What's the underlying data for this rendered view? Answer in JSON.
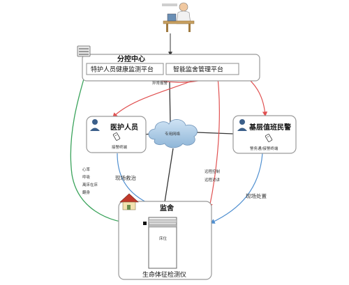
{
  "control_center": {
    "title": "分控中心",
    "platform_health": "特护人员健康监测平台",
    "platform_monitor": "智能监舍管理平台",
    "alarm_note": "异常报警"
  },
  "network": {
    "label": "专用网络"
  },
  "medical": {
    "title": "医护人员",
    "terminal": "接警终端"
  },
  "police": {
    "title": "基层值班民警",
    "terminal": "警务通/接警终端"
  },
  "vitals": {
    "lines": [
      "心率",
      "呼吸",
      "离床在床",
      "翻身"
    ]
  },
  "edge_labels": {
    "rescue": "现场救治",
    "remote": [
      "远程控制",
      "远程对讲"
    ],
    "handling": "现场处置"
  },
  "cell": {
    "title": "监舍",
    "bed": "床位",
    "device": "生命体征检测仪"
  },
  "colors": {
    "green": "#3aa35b",
    "red": "#e05050",
    "blue": "#4f8fd0",
    "dark": "#333333"
  }
}
